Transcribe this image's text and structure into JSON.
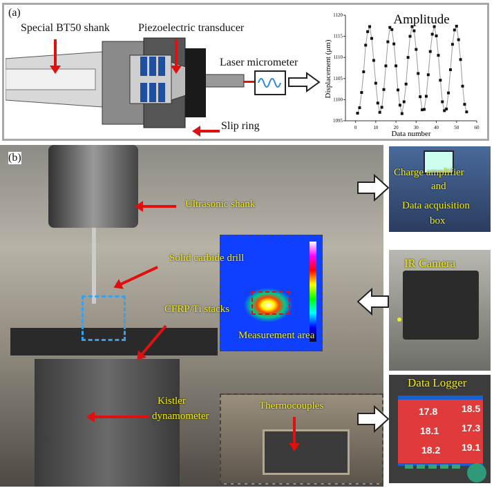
{
  "panel_a": {
    "label": "(a)",
    "shank_label": "Special BT50 shank",
    "transducer_label": "Piezoelectric transducer",
    "laser_label": "Laser micrometer",
    "slip_ring_label": "Slip ring"
  },
  "panel_b": {
    "label": "(b)",
    "ultrasonic_shank": "Ultrasonic shank",
    "drill": "Solid carbide drill",
    "stacks": "CFRP/Ti stacks",
    "dynamometer_1": "Kistler",
    "dynamometer_2": "dynamometer",
    "measurement_area": "Measurement area",
    "thermocouples": "Thermocouples",
    "charge_amp_1": "Charge amplifier",
    "charge_amp_2": "and",
    "charge_amp_3": "Data acquisition",
    "charge_amp_4": "box",
    "ir_camera": "IR Camera",
    "data_logger": "Data Logger",
    "logger_values": [
      "17.8",
      "18.5",
      "18.1",
      "17.3",
      "18.2",
      "19.1"
    ]
  },
  "colors": {
    "annotation": "#f5f00a",
    "arrow": "#e01010",
    "dashed_box": "#3aa0e8"
  },
  "chart_data": {
    "type": "line",
    "title": "Amplitude",
    "xlabel": "Data number",
    "ylabel": "Displacement (μm)",
    "xlim": [
      -5,
      60
    ],
    "ylim": [
      1095,
      1120
    ],
    "xticks": [
      "0",
      "10",
      "20",
      "30",
      "40",
      "50",
      "60"
    ],
    "yticks": [
      "1095",
      "1100",
      "1105",
      "1110",
      "1115",
      "1120"
    ],
    "x": [
      1,
      2,
      3,
      4,
      5,
      6,
      7,
      8,
      9,
      10,
      11,
      12,
      13,
      14,
      15,
      16,
      17,
      18,
      19,
      20,
      21,
      22,
      23,
      24,
      25,
      26,
      27,
      28,
      29,
      30,
      31,
      32,
      33,
      34,
      35,
      36,
      37,
      38,
      39,
      40,
      41,
      42,
      43,
      44,
      45,
      46,
      47,
      48,
      49,
      50,
      51,
      52,
      53,
      54,
      55
    ],
    "y": [
      1096.8,
      1098.1,
      1101.7,
      1106.6,
      1112.9,
      1116.1,
      1117.3,
      1114.5,
      1109.3,
      1103.9,
      1099.2,
      1097.0,
      1098.2,
      1102.4,
      1108.0,
      1113.7,
      1117.1,
      1116.6,
      1113.2,
      1108.0,
      1102.3,
      1098.7,
      1096.7,
      1099.5,
      1103.7,
      1110.0,
      1115.0,
      1117.3,
      1116.3,
      1111.9,
      1106.2,
      1100.7,
      1097.6,
      1097.7,
      1100.8,
      1105.9,
      1111.4,
      1115.5,
      1117.3,
      1115.1,
      1110.5,
      1104.6,
      1099.5,
      1097.4,
      1097.8,
      1101.6,
      1107.1,
      1113.1,
      1116.5,
      1117.4,
      1114.2,
      1109.5,
      1103.2,
      1098.9,
      1097.1
    ]
  }
}
